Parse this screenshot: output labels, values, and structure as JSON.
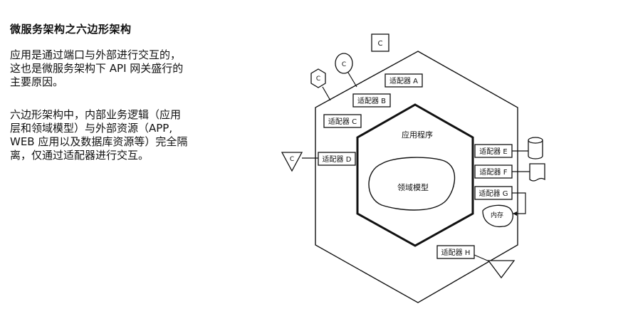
{
  "heading": "微服务架构之六边形架构",
  "paragraph1": [
    "应用是通过端口与外部进行交互的，",
    "这也是微服务架构下 API 网关盛行的",
    "主要原因。"
  ],
  "paragraph2": [
    "六边形架构中，内部业务逻辑（应用",
    "层和领域模型）与外部资源（APP,",
    "WEB 应用以及数据库资源等）完全隔",
    "离，仅通过适配器进行交互。"
  ],
  "diagram": {
    "application_label": "应用程序",
    "domain_label": "领域模型",
    "memory_label": "内存",
    "adapters": [
      "适配器 A",
      "适配器 B",
      "适配器 C",
      "适配器 D",
      "适配器 E",
      "适配器 F",
      "适配器 G",
      "适配器 H"
    ],
    "client_label": "C"
  }
}
